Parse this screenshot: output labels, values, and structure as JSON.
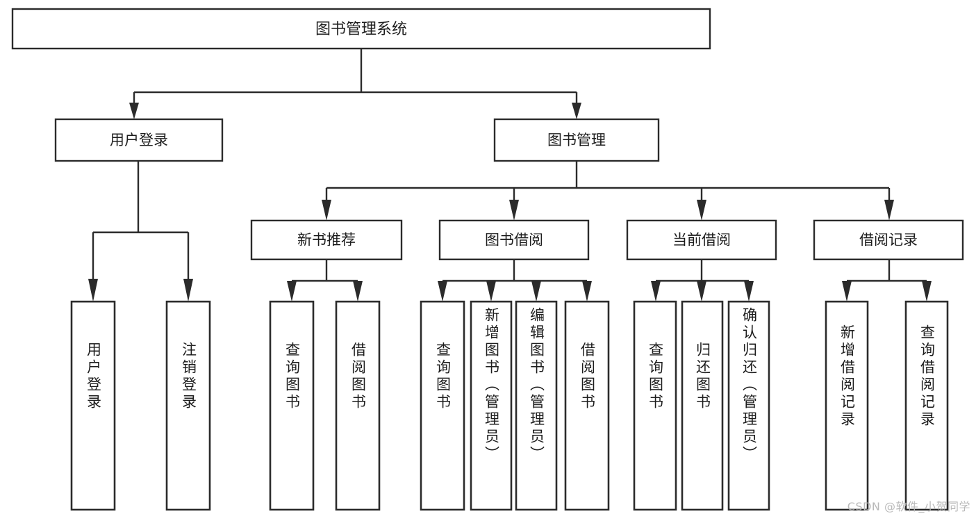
{
  "diagram": {
    "type": "tree-hierarchy",
    "title": "图书管理系统",
    "watermark": "CSDN @软件_小贺同学",
    "colors": {
      "background": "#ffffff",
      "stroke": "#2b2b2b",
      "text": "#1d1d1d",
      "watermark": "#b9b9b9"
    },
    "nodes": {
      "root": {
        "label": "图书管理系统"
      },
      "level2": [
        {
          "id": "user-login",
          "label": "用户登录"
        },
        {
          "id": "book-management",
          "label": "图书管理"
        }
      ],
      "level3": [
        {
          "id": "new-book-recommend",
          "label": "新书推荐"
        },
        {
          "id": "book-borrow",
          "label": "图书借阅"
        },
        {
          "id": "current-borrow",
          "label": "当前借阅"
        },
        {
          "id": "borrow-record",
          "label": "借阅记录"
        }
      ],
      "leaves": [
        {
          "id": "leaf-user-login",
          "label": "用户登录",
          "parent": "user-login"
        },
        {
          "id": "leaf-logout-login",
          "label": "注销登录",
          "parent": "user-login"
        },
        {
          "id": "leaf-query-book-1",
          "label": "查询图书",
          "parent": "new-book-recommend"
        },
        {
          "id": "leaf-borrow-book-1",
          "label": "借阅图书",
          "parent": "new-book-recommend"
        },
        {
          "id": "leaf-query-book-2",
          "label": "查询图书",
          "parent": "book-borrow"
        },
        {
          "id": "leaf-add-book",
          "label": "新增图书（管理员）",
          "parent": "book-borrow"
        },
        {
          "id": "leaf-edit-book",
          "label": "编辑图书（管理员）",
          "parent": "book-borrow"
        },
        {
          "id": "leaf-borrow-book-2",
          "label": "借阅图书",
          "parent": "book-borrow"
        },
        {
          "id": "leaf-query-book-3",
          "label": "查询图书",
          "parent": "current-borrow"
        },
        {
          "id": "leaf-return-book",
          "label": "归还图书",
          "parent": "current-borrow"
        },
        {
          "id": "leaf-confirm-return",
          "label": "确认归还（管理员）",
          "parent": "current-borrow"
        },
        {
          "id": "leaf-add-record",
          "label": "新增借阅记录",
          "parent": "borrow-record"
        },
        {
          "id": "leaf-query-record",
          "label": "查询借阅记录",
          "parent": "borrow-record"
        }
      ]
    }
  }
}
